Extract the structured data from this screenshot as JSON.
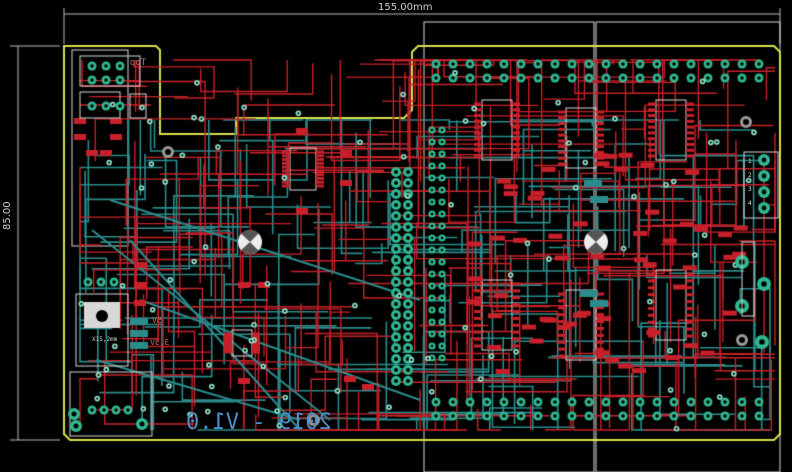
{
  "dimensions": {
    "width_label": "155.00mm",
    "height_label": "85.00"
  },
  "silkscreen": {
    "version_text": "2019 - V1.0",
    "connector_label": "X15,2mm",
    "rail_5v": "5V",
    "rail_3v3": "3.3V",
    "top_label": "Top",
    "pin_labels": [
      "1",
      "2",
      "3",
      "4"
    ]
  },
  "colors": {
    "background": "#000000",
    "board_outline": "#d6e04a",
    "top_copper": "#c8202a",
    "bottom_copper": "#2b8c8c",
    "pads": "#2fb890",
    "silkscreen": "#cfcfcf",
    "dimension": "#bdbdbd",
    "via": "#8fe0c8"
  }
}
